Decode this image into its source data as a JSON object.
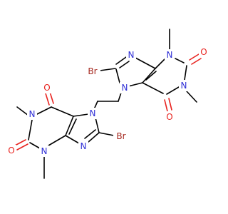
{
  "molecule": {
    "colors": {
      "carbon": "#000000",
      "nitrogen": "#2f2fd6",
      "oxygen": "#e8231f",
      "bromine": "#a5281f"
    },
    "atoms": {
      "br_top": "Br",
      "n7_top": "N",
      "n9_top": "N",
      "n3_top": "N",
      "n1_top": "N",
      "o2_top": "O",
      "o6_top": "O",
      "n7_bot": "N",
      "n9_bot": "N",
      "n3_bot": "N",
      "n1_bot": "N",
      "o2_bot": "O",
      "o6_bot": "O",
      "br_bot": "Br"
    }
  }
}
